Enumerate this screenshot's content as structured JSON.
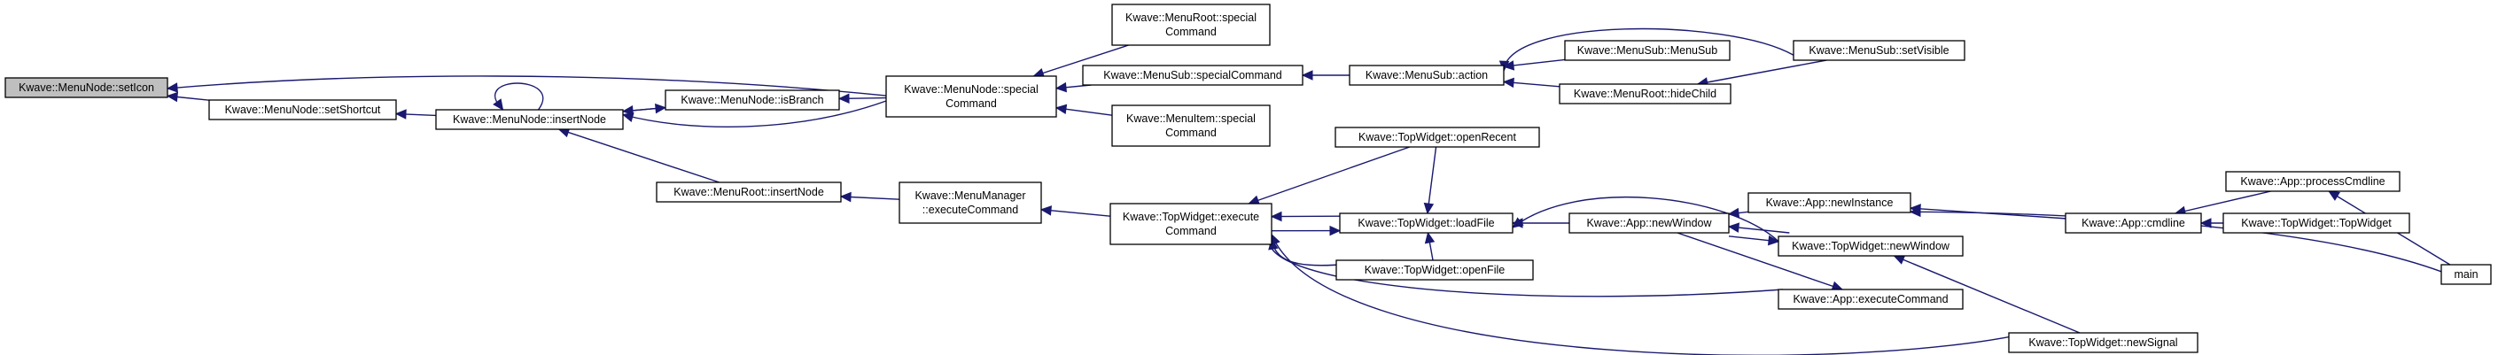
{
  "graph": {
    "nodes": [
      {
        "id": "setIcon",
        "lines": [
          "Kwave::MenuNode::setIcon"
        ],
        "root": true
      },
      {
        "id": "setShortcut",
        "lines": [
          "Kwave::MenuNode::setShortcut"
        ]
      },
      {
        "id": "insertNode",
        "lines": [
          "Kwave::MenuNode::insertNode"
        ]
      },
      {
        "id": "isBranch",
        "lines": [
          "Kwave::MenuNode::isBranch"
        ]
      },
      {
        "id": "special",
        "lines": [
          "Kwave::MenuNode::special",
          "Command"
        ]
      },
      {
        "id": "rootSpecial",
        "lines": [
          "Kwave::MenuRoot::special",
          "Command"
        ]
      },
      {
        "id": "subSpecial",
        "lines": [
          "Kwave::MenuSub::specialCommand"
        ]
      },
      {
        "id": "itemSpecial",
        "lines": [
          "Kwave::MenuItem::special",
          "Command"
        ]
      },
      {
        "id": "subAction",
        "lines": [
          "Kwave::MenuSub::action"
        ]
      },
      {
        "id": "subMenuSub",
        "lines": [
          "Kwave::MenuSub::MenuSub"
        ]
      },
      {
        "id": "hideChild",
        "lines": [
          "Kwave::MenuRoot::hideChild"
        ]
      },
      {
        "id": "setVisible",
        "lines": [
          "Kwave::MenuSub::setVisible"
        ]
      },
      {
        "id": "rootInsertNode",
        "lines": [
          "Kwave::MenuRoot::insertNode"
        ]
      },
      {
        "id": "mgrExec",
        "lines": [
          "Kwave::MenuManager",
          "::executeCommand"
        ]
      },
      {
        "id": "twExec",
        "lines": [
          "Kwave::TopWidget::execute",
          "Command"
        ]
      },
      {
        "id": "openRecent",
        "lines": [
          "Kwave::TopWidget::openRecent"
        ]
      },
      {
        "id": "loadFile",
        "lines": [
          "Kwave::TopWidget::loadFile"
        ]
      },
      {
        "id": "openFile",
        "lines": [
          "Kwave::TopWidget::openFile"
        ]
      },
      {
        "id": "appNewWindow",
        "lines": [
          "Kwave::App::newWindow"
        ]
      },
      {
        "id": "appExec",
        "lines": [
          "Kwave::App::executeCommand"
        ]
      },
      {
        "id": "newInstance",
        "lines": [
          "Kwave::App::newInstance"
        ]
      },
      {
        "id": "twNewWindow",
        "lines": [
          "Kwave::TopWidget::newWindow"
        ]
      },
      {
        "id": "newSignal",
        "lines": [
          "Kwave::TopWidget::newSignal"
        ]
      },
      {
        "id": "cmdline",
        "lines": [
          "Kwave::App::cmdline"
        ]
      },
      {
        "id": "processCmdline",
        "lines": [
          "Kwave::App::processCmdline"
        ]
      },
      {
        "id": "twTopWidget",
        "lines": [
          "Kwave::TopWidget::TopWidget"
        ]
      },
      {
        "id": "main",
        "lines": [
          "main"
        ]
      }
    ],
    "edges": [
      {
        "from": "setShortcut",
        "to": "setIcon"
      },
      {
        "from": "special",
        "to": "setIcon"
      },
      {
        "from": "insertNode",
        "to": "setShortcut"
      },
      {
        "from": "insertNode",
        "to": "insertNode"
      },
      {
        "from": "isBranch",
        "to": "insertNode"
      },
      {
        "from": "special",
        "to": "insertNode"
      },
      {
        "from": "insertNode",
        "to": "isBranch"
      },
      {
        "from": "isBranch",
        "to": "isBranch"
      },
      {
        "from": "special",
        "to": "isBranch"
      },
      {
        "from": "rootSpecial",
        "to": "special"
      },
      {
        "from": "subSpecial",
        "to": "special"
      },
      {
        "from": "itemSpecial",
        "to": "special"
      },
      {
        "from": "subAction",
        "to": "subSpecial"
      },
      {
        "from": "subMenuSub",
        "to": "subAction"
      },
      {
        "from": "hideChild",
        "to": "subAction"
      },
      {
        "from": "setVisible",
        "to": "subAction"
      },
      {
        "from": "setVisible",
        "to": "hideChild"
      },
      {
        "from": "rootInsertNode",
        "to": "insertNode"
      },
      {
        "from": "mgrExec",
        "to": "rootInsertNode"
      },
      {
        "from": "twExec",
        "to": "mgrExec"
      },
      {
        "from": "openRecent",
        "to": "twExec"
      },
      {
        "from": "loadFile",
        "to": "twExec"
      },
      {
        "from": "openFile",
        "to": "twExec"
      },
      {
        "from": "appExec",
        "to": "twExec"
      },
      {
        "from": "newSignal",
        "to": "twExec"
      },
      {
        "from": "twExec",
        "to": "loadFile"
      },
      {
        "from": "openRecent",
        "to": "loadFile"
      },
      {
        "from": "openFile",
        "to": "loadFile"
      },
      {
        "from": "appNewWindow",
        "to": "loadFile"
      },
      {
        "from": "twNewWindow",
        "to": "loadFile"
      },
      {
        "from": "newInstance",
        "to": "appNewWindow"
      },
      {
        "from": "twNewWindow",
        "to": "appNewWindow"
      },
      {
        "from": "appNewWindow",
        "to": "twNewWindow"
      },
      {
        "from": "newSignal",
        "to": "twNewWindow"
      },
      {
        "from": "appNewWindow",
        "to": "appExec"
      },
      {
        "from": "cmdline",
        "to": "newInstance"
      },
      {
        "from": "main",
        "to": "newInstance"
      },
      {
        "from": "processCmdline",
        "to": "cmdline"
      },
      {
        "from": "twTopWidget",
        "to": "cmdline"
      },
      {
        "from": "main",
        "to": "processCmdline"
      }
    ]
  },
  "colors": {
    "edge": "#191970",
    "node_fill": "#ffffff",
    "root_fill": "#bfbfbf",
    "border": "#000000"
  }
}
